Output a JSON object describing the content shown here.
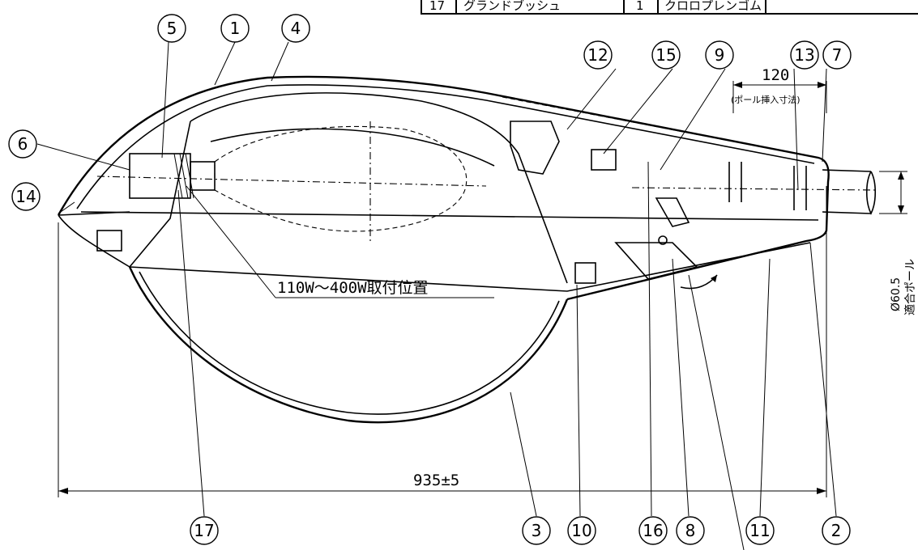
{
  "parts_table_row": {
    "no": "17",
    "name": "グランドブッシュ",
    "qty": "1",
    "material": "クロロプレンゴム"
  },
  "callouts": {
    "c1": "1",
    "c2": "2",
    "c3": "3",
    "c4": "4",
    "c5": "5",
    "c6": "6",
    "c7": "7",
    "c8": "8",
    "c9": "9",
    "c10": "10",
    "c11": "11",
    "c12": "12",
    "c13": "13",
    "c14": "14",
    "c15": "15",
    "c16": "16",
    "c17": "17"
  },
  "dimensions": {
    "insert_length": "120",
    "insert_note": "(ポール挿入寸法)",
    "pole_diameter": "Ø60.5",
    "pole_note": "適合ポール",
    "overall_length": "935±5"
  },
  "lamp_position_label": "110W～400W取付位置"
}
